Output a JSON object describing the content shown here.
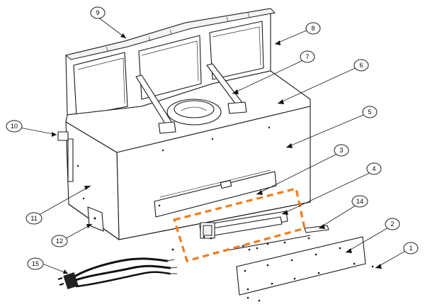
{
  "diagram": {
    "callouts": [
      "1",
      "2",
      "3",
      "4",
      "5",
      "6",
      "7",
      "8",
      "9",
      "10",
      "11",
      "12",
      "14",
      "15"
    ],
    "highlight_color": "#f07c1e"
  }
}
